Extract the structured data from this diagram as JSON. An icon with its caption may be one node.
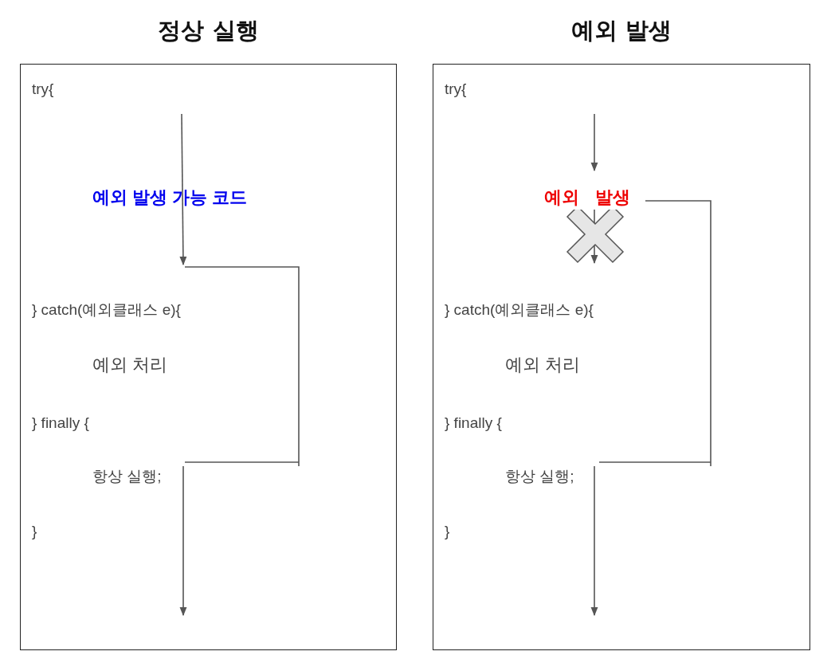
{
  "diagram": {
    "nodes": [
      {
        "text": [
          "정상 실행"
        ]
      },
      {
        "text": [
          "예외 발생"
        ]
      }
    ],
    "labels": [
      "try{",
      "예외 발생 가능 코드",
      "} catch(예외클래스 e){",
      "예외 처리",
      "} finally {",
      "항상 실행;",
      "}",
      "try{",
      "예외 발생",
      "} catch(예외클래스 e){",
      "예외 처리",
      "} finally {",
      "항상 실행;",
      "}"
    ]
  }
}
